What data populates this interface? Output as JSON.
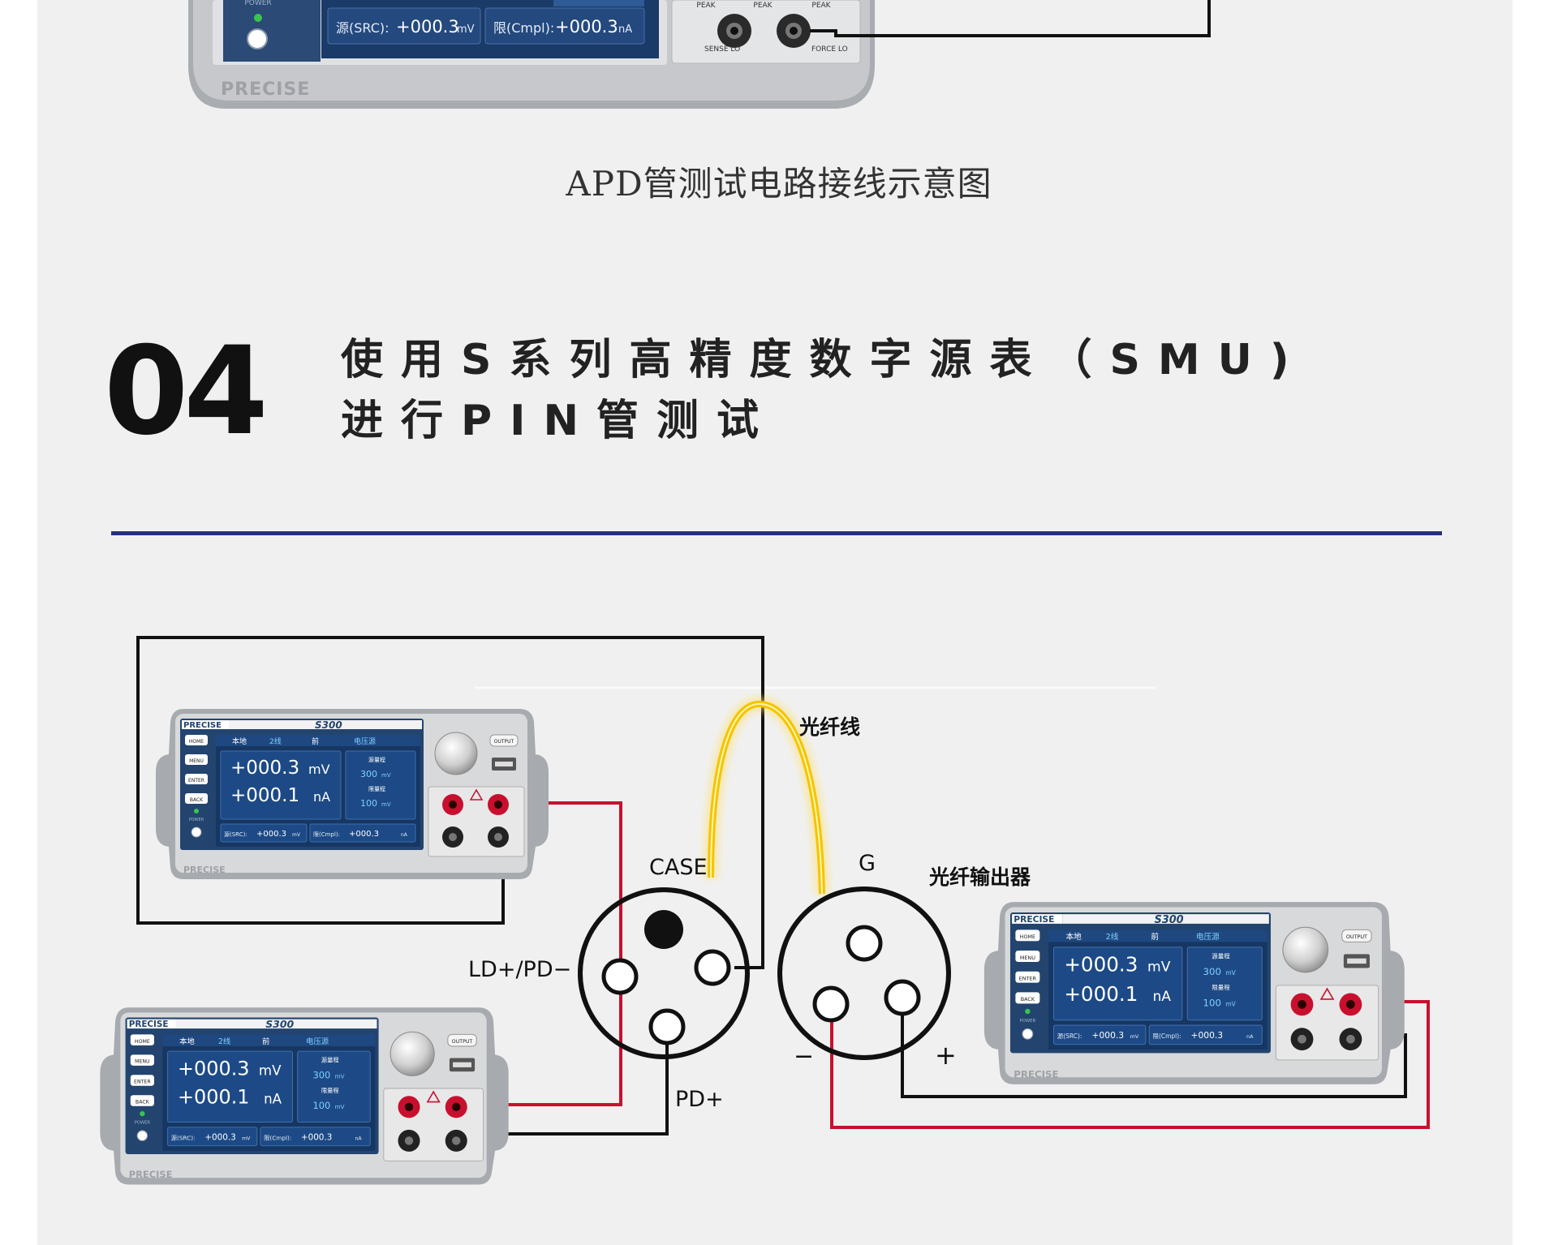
{
  "top_instrument": {
    "power_label": "POWER",
    "brand": "PRECISE",
    "src_label": "源(SRC):",
    "src_value": "+000.3",
    "src_unit": "mV",
    "cmpl_label": "限(Cmpl):",
    "cmpl_value": "+000.3",
    "cmpl_unit": "nA",
    "peak_labels": [
      "PEAK",
      "PEAK",
      "PEAK"
    ],
    "sense_lo": "SENSE LO",
    "force_lo": "FORCE LO"
  },
  "apd_caption": "APD管测试电路接线示意图",
  "section": {
    "number": "04",
    "title_line1": "使用S系列高精度数字源表（SMU)",
    "title_line2": "进行PIN管测试"
  },
  "diagram": {
    "fiber_label": "光纤线",
    "fiber_output_label": "光纤输出器",
    "case_label": "CASE",
    "g_label": "G",
    "ld_pd_label": "LD+/PD−",
    "pd_plus_label": "PD+",
    "minus_label": "−",
    "plus_label": "+"
  },
  "smu": {
    "brand": "PRECISE",
    "model": "S300",
    "buttons": [
      "HOME",
      "MENU",
      "ENTER",
      "BACK"
    ],
    "power_label": "POWER",
    "status": [
      "本地",
      "2线",
      "前",
      "电压源"
    ],
    "reading1_value": "+000.3",
    "reading1_unit": "mV",
    "reading2_value": "+000.1",
    "reading2_unit": "nA",
    "range1_label": "源量程",
    "range1_value": "300",
    "range1_unit": "mV",
    "range2_label": "限量程",
    "range2_value": "100",
    "range2_unit": "mV",
    "src_label": "源(SRC):",
    "src_value": "+000.3",
    "src_unit": "mV",
    "cmpl_label": "限(Cmpl):",
    "cmpl_value": "+000.3",
    "cmpl_unit": "nA",
    "output_label": "OUTPUT"
  },
  "colors": {
    "background": "#f0f0f0",
    "rule": "#27307a",
    "red_wire": "#c8102e",
    "black_wire": "#111111",
    "fiber": "#f5c400",
    "screen": "#14325e"
  }
}
